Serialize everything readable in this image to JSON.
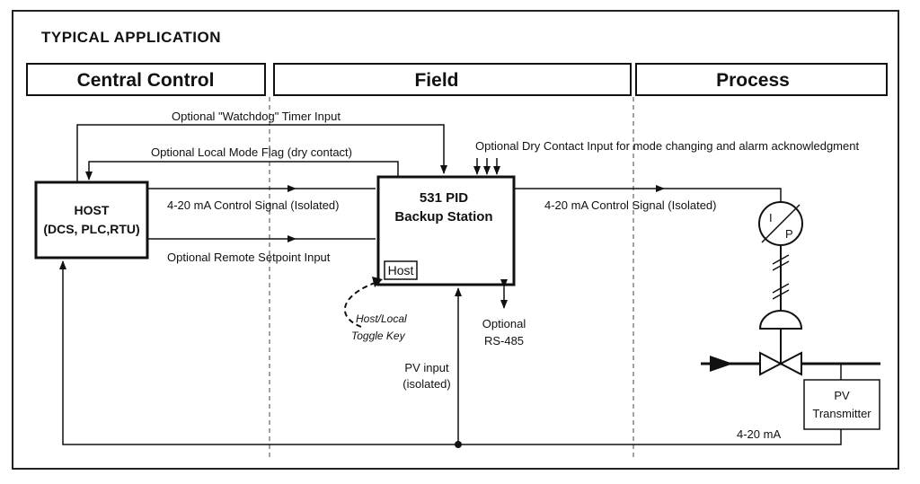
{
  "title": "TYPICAL APPLICATION",
  "sections": {
    "central": "Central Control",
    "field": "Field",
    "process": "Process"
  },
  "host": {
    "line1": "HOST",
    "line2": "(DCS, PLC,RTU)"
  },
  "pid": {
    "line1": "531 PID",
    "line2": "Backup Station",
    "host_key": "Host"
  },
  "labels": {
    "watchdog": "Optional \"Watchdog\" Timer Input",
    "local_mode": "Optional Local Mode Flag (dry contact)",
    "dry_contact": "Optional Dry Contact Input for mode changing and alarm acknowledgment",
    "control_signal_left": "4-20 mA Control Signal (Isolated)",
    "control_signal_right": "4-20 mA Control Signal (Isolated)",
    "remote_setpoint": "Optional Remote Setpoint Input",
    "toggle_1": "Host/Local",
    "toggle_2": "Toggle Key",
    "rs485_1": "Optional",
    "rs485_2": "RS-485",
    "pv_input_1": "PV input",
    "pv_input_2": "(isolated)",
    "transmitter_1": "PV",
    "transmitter_2": "Transmitter",
    "ma_return": "4-20 mA",
    "ip_i": "I",
    "ip_p": "P"
  }
}
